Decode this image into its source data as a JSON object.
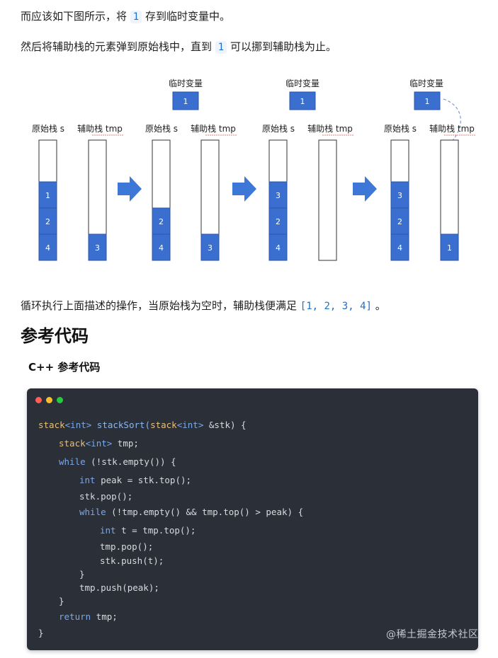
{
  "paragraphs": {
    "p1_before": "而应该如下图所示，将 ",
    "p1_code": "1",
    "p1_after": " 存到临时变量中。",
    "p2_before": "然后将辅助栈的元素弹到原始栈中，直到 ",
    "p2_code": "1",
    "p2_after": " 可以挪到辅助栈为止。",
    "p3_before": "循环执行上面描述的操作，当原始栈为空时，辅助栈便满足 ",
    "p3_code": "[1, 2, 3, 4]",
    "p3_after": " 。"
  },
  "diagram": {
    "temp_label": "临时变量",
    "stack_s_label": "原始栈 s",
    "stack_tmp_label": "辅助栈 tmp",
    "temp_values": [
      "1",
      "1",
      "1"
    ],
    "stage1": {
      "s": [
        "1",
        "2",
        "4"
      ],
      "tmp": [
        "3"
      ]
    },
    "stage2": {
      "s": [
        "2",
        "4"
      ],
      "tmp": [
        "3"
      ]
    },
    "stage3": {
      "s": [
        "3",
        "2",
        "4"
      ],
      "tmp": []
    },
    "stage4": {
      "s": [
        "3",
        "2",
        "4"
      ],
      "tmp": [
        "1"
      ]
    },
    "colors": {
      "box": "#3a6fd0",
      "box_border": "#2a56a8",
      "arrow": "#3d78d8",
      "squiggle": "#e2554b"
    }
  },
  "headings": {
    "section": "参考代码",
    "subsection": "C++ 参考代码"
  },
  "code": {
    "l1_a": "stack",
    "l1_b": "<int>",
    "l1_c": " stackSort(",
    "l1_d": "stack",
    "l1_e": "<int>",
    "l1_f": " &stk) {",
    "l2_a": "stack",
    "l2_b": "<int>",
    "l2_c": " tmp;",
    "l3_a": "while",
    "l3_b": " (!stk.empty()) {",
    "l4_a": "int",
    "l4_b": " peak = stk.top();",
    "l5": "stk.pop();",
    "l6_a": "while",
    "l6_b": " (!tmp.empty() && tmp.top() > peak) {",
    "l7_a": "int",
    "l7_b": " t = tmp.top();",
    "l8": "tmp.pop();",
    "l9": "stk.push(t);",
    "l10": "}",
    "l11": "tmp.push(peak);",
    "l12": "}",
    "l13_a": "return",
    "l13_b": " tmp;",
    "l14": "}"
  },
  "watermark": "@稀土掘金技术社区"
}
